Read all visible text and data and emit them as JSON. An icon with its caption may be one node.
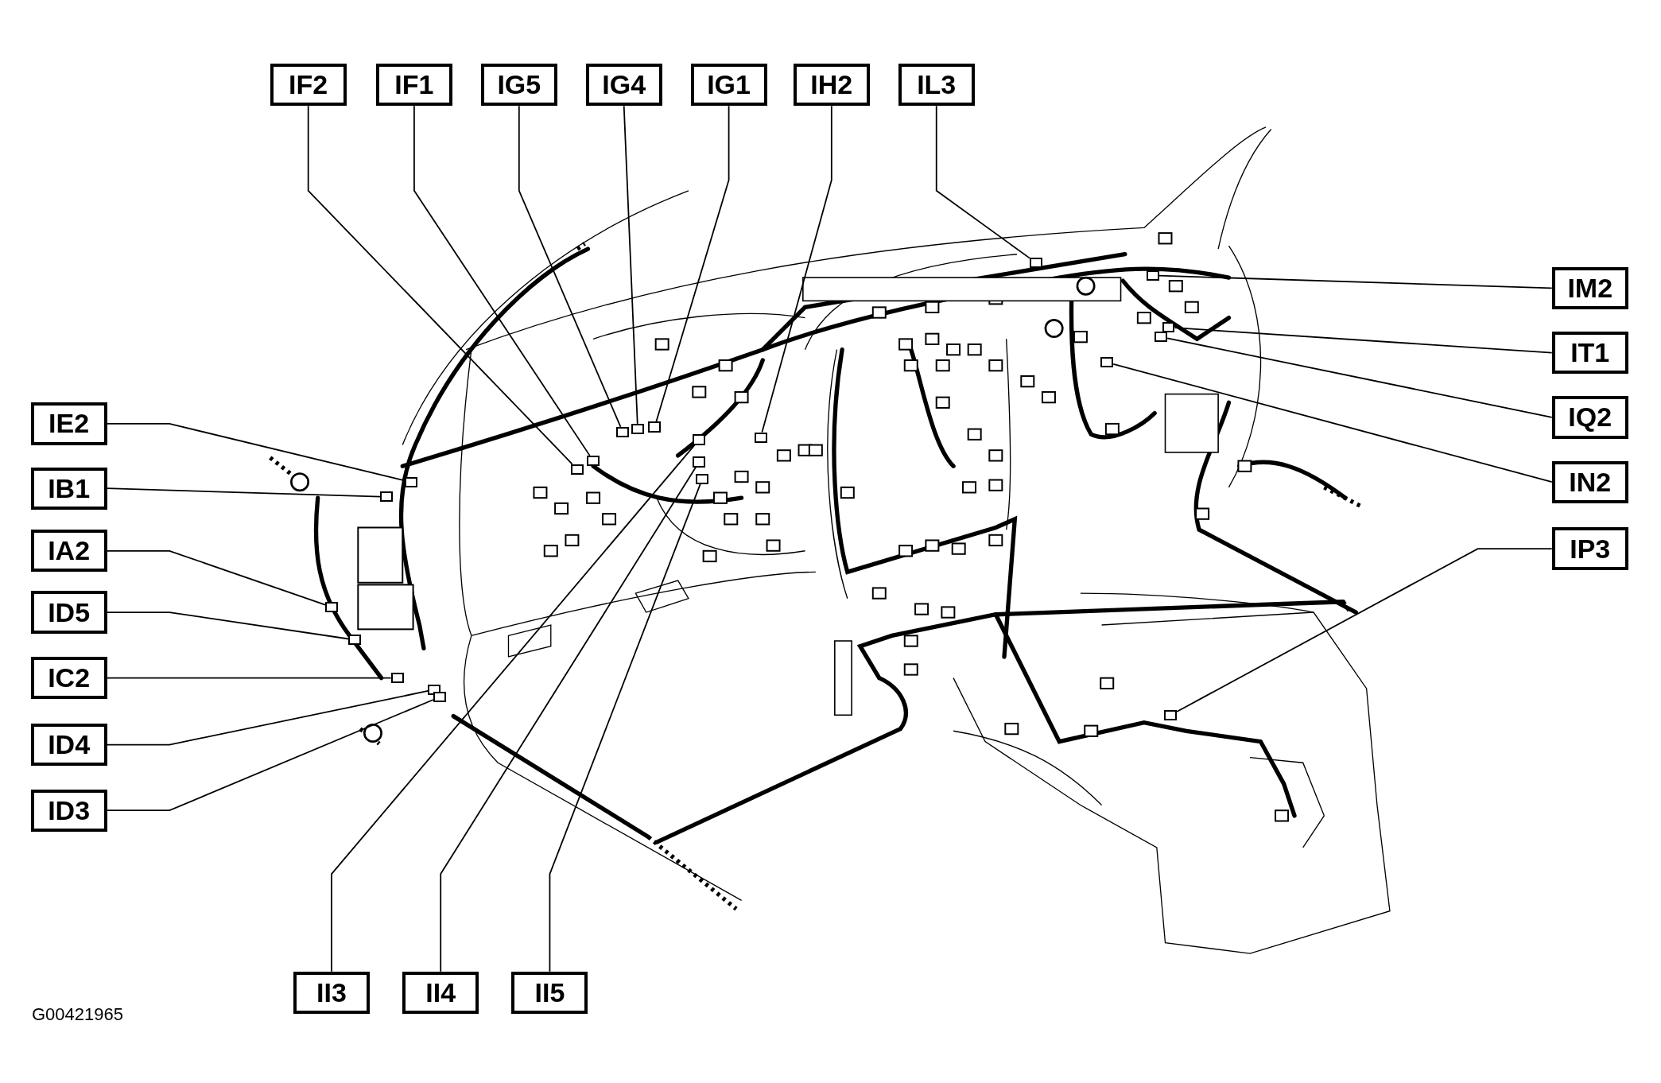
{
  "diagram": {
    "nodes": [
      {
        "text": [
          "IF2"
        ]
      },
      {
        "text": [
          "IF1"
        ]
      },
      {
        "text": [
          "IG5"
        ]
      },
      {
        "text": [
          "IG4"
        ]
      },
      {
        "text": [
          "IG1"
        ]
      },
      {
        "text": [
          "IH2"
        ]
      },
      {
        "text": [
          "IL3"
        ]
      },
      {
        "text": [
          "IM2"
        ]
      },
      {
        "text": [
          "IT1"
        ]
      },
      {
        "text": [
          "IQ2"
        ]
      },
      {
        "text": [
          "IN2"
        ]
      },
      {
        "text": [
          "IP3"
        ]
      },
      {
        "text": [
          "IE2"
        ]
      },
      {
        "text": [
          "IB1"
        ]
      },
      {
        "text": [
          "IA2"
        ]
      },
      {
        "text": [
          "ID5"
        ]
      },
      {
        "text": [
          "IC2"
        ]
      },
      {
        "text": [
          "ID4"
        ]
      },
      {
        "text": [
          "ID3"
        ]
      },
      {
        "text": [
          "II3"
        ]
      },
      {
        "text": [
          "II4"
        ]
      },
      {
        "text": [
          "II5"
        ]
      },
      {
        "text": [],
        "shape": "box"
      },
      {
        "text": [],
        "shape": "box"
      },
      {
        "text": [],
        "shape": "box"
      },
      {
        "text": [],
        "shape": "box"
      },
      {
        "text": [],
        "shape": "box"
      },
      {
        "text": [],
        "shape": "box"
      },
      {
        "text": [],
        "shape": "box"
      },
      {
        "text": [],
        "shape": "box"
      },
      {
        "text": [],
        "shape": "box"
      },
      {
        "text": [],
        "shape": "box"
      },
      {
        "text": [],
        "shape": "box"
      },
      {
        "text": [],
        "shape": "box"
      },
      {
        "text": [],
        "shape": "box"
      },
      {
        "text": [],
        "shape": "box"
      },
      {
        "text": [],
        "shape": "box"
      },
      {
        "text": [],
        "shape": "box"
      },
      {
        "text": [],
        "shape": "box"
      },
      {
        "text": [],
        "shape": "box"
      },
      {
        "text": [],
        "shape": "box"
      },
      {
        "text": [],
        "shape": "box"
      },
      {
        "text": [],
        "shape": "box"
      },
      {
        "text": [],
        "shape": "box"
      }
    ],
    "edges": [
      {
        "from": 0,
        "to": 22,
        "arrow": "none"
      },
      {
        "from": 1,
        "to": 23,
        "arrow": "none"
      },
      {
        "from": 2,
        "to": 24,
        "arrow": "none"
      },
      {
        "from": 3,
        "to": 25,
        "arrow": "none"
      },
      {
        "from": 4,
        "to": 26,
        "arrow": "none"
      },
      {
        "from": 5,
        "to": 27,
        "arrow": "none"
      },
      {
        "from": 6,
        "to": 28,
        "arrow": "none"
      },
      {
        "from": 7,
        "to": 29,
        "arrow": "none"
      },
      {
        "from": 8,
        "to": 30,
        "arrow": "none"
      },
      {
        "from": 9,
        "to": 31,
        "arrow": "none"
      },
      {
        "from": 10,
        "to": 32,
        "arrow": "none"
      },
      {
        "from": 11,
        "to": 33,
        "arrow": "none"
      },
      {
        "from": 12,
        "to": 34,
        "arrow": "none"
      },
      {
        "from": 13,
        "to": 35,
        "arrow": "none"
      },
      {
        "from": 14,
        "to": 36,
        "arrow": "none"
      },
      {
        "from": 15,
        "to": 37,
        "arrow": "none"
      },
      {
        "from": 16,
        "to": 38,
        "arrow": "none"
      },
      {
        "from": 17,
        "to": 39,
        "arrow": "none"
      },
      {
        "from": 18,
        "to": 40,
        "arrow": "none"
      },
      {
        "from": 19,
        "to": 41,
        "arrow": "none"
      },
      {
        "from": 20,
        "to": 42,
        "arrow": "none"
      },
      {
        "from": 21,
        "to": 43,
        "arrow": "none"
      }
    ],
    "labels": [
      "G00421965"
    ]
  }
}
